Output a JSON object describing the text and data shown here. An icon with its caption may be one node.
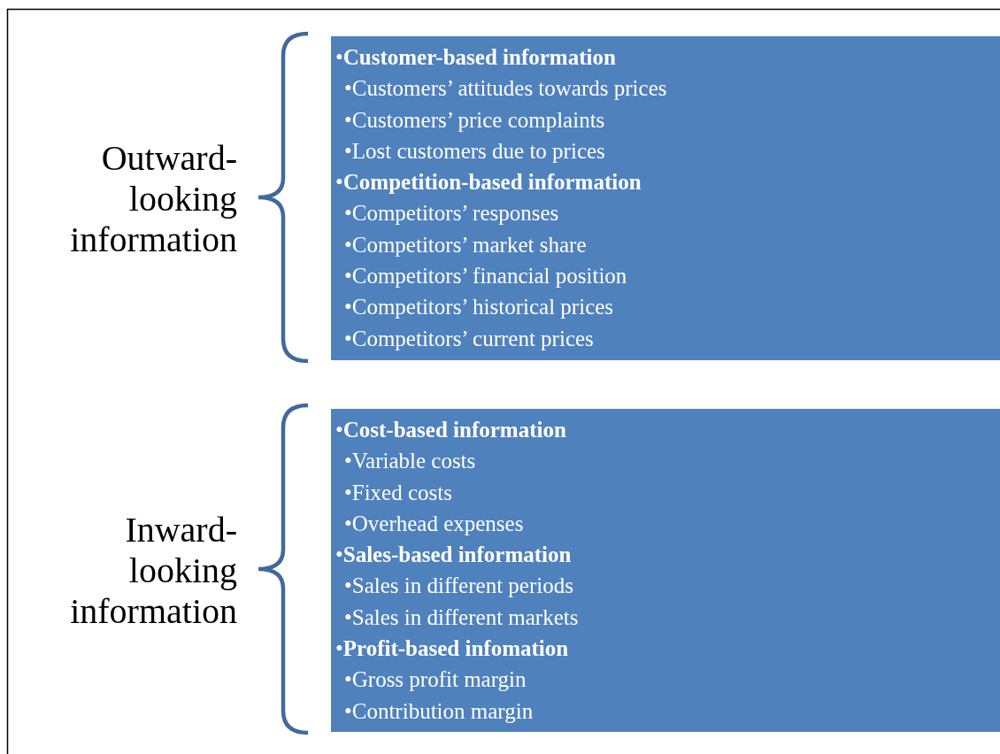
{
  "diagram": {
    "nodes": [
      {
        "text": [
          "•**Customer-based information**",
          "•Customers’ attitudes towards prices",
          "•Customers’ price complaints",
          "•Lost customers due to prices",
          "•**Competition-based information**",
          "•Competitors’ responses",
          "•Competitors’ market share",
          "•Competitors’ financial position",
          "•Competitors’ historical prices",
          "•Competitors’ current prices"
        ]
      },
      {
        "text": [
          "•**Cost-based information**",
          "•Variable costs",
          "•Fixed costs",
          "•Overhead expenses",
          "•**Sales-based information**",
          "•Sales in different periods",
          "•Sales in different markets",
          "•**Profit-based infomation**",
          "•Gross profit margin",
          "•Contribution margin"
        ]
      }
    ],
    "labels": [
      "Outward-looking information",
      "Inward-looking information"
    ]
  }
}
